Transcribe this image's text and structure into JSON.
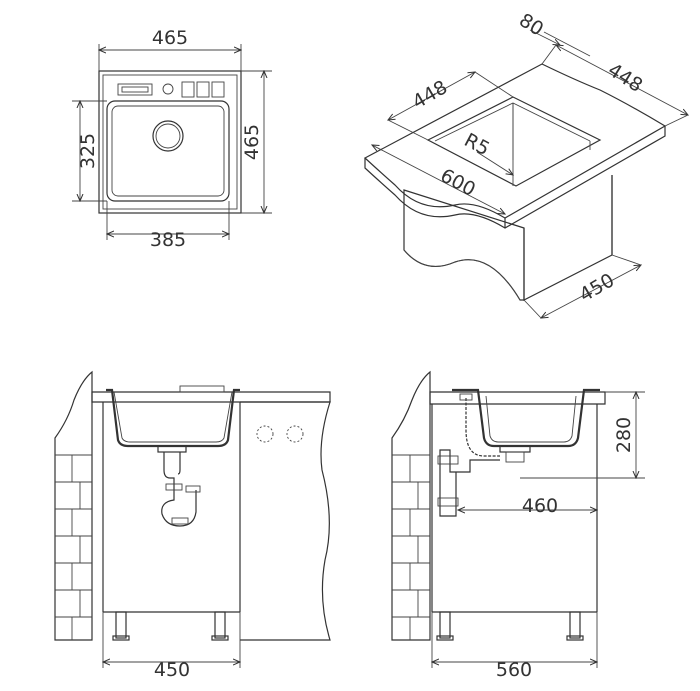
{
  "colors": {
    "line": "#333333",
    "fill": "#f2f2f2",
    "hatch": "#e6e6e6"
  },
  "top_view": {
    "outer_width": "465",
    "outer_height": "465",
    "bowl_width": "385",
    "bowl_height": "325"
  },
  "iso_view": {
    "depth_a": "80",
    "bowl_length": "448",
    "bowl_width": "448",
    "radius": "R5",
    "cabinet_width": "600",
    "cabinet_depth": "450"
  },
  "front_view": {
    "cabinet_width": "450"
  },
  "side_view": {
    "cabinet_depth": "560",
    "waste_offset": "460",
    "bowl_depth": "280"
  }
}
